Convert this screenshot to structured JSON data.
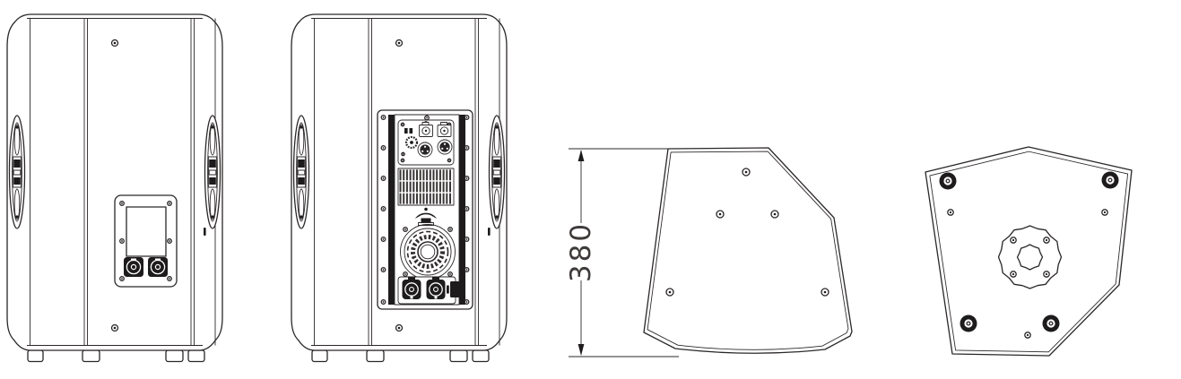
{
  "drawing": {
    "type": "loudspeaker-technical-line-drawing",
    "background": "#ffffff",
    "line_color": "#2b2727",
    "dark_fill_color": "#1d1b1b"
  },
  "dimension": {
    "height_label": "380"
  },
  "views": {
    "rear_view_passive": {
      "components": [
        "top-screw",
        "left-side-handle",
        "right-side-handle",
        "connector-plate",
        "label-window",
        "speakon-jack-left",
        "speakon-jack-right",
        "bottom-screw",
        "rubber-feet"
      ]
    },
    "rear_view_active": {
      "components": [
        "top-screw",
        "left-side-handle",
        "right-side-handle",
        "amplifier-recess",
        "control-panel",
        "dip-switch",
        "gain-knob",
        "xlr-female-input-left",
        "xlr-female-input-right",
        "xlr-male-output-left",
        "xlr-male-output-right",
        "heatsink-fins",
        "brand-logo",
        "cooling-fan",
        "powercon-inlet",
        "powercon-outlet",
        "power-switch",
        "bottom-screw",
        "rubber-feet"
      ]
    },
    "top_view": {
      "dimension_label": "380",
      "screw_hole_count": 5
    },
    "bottom_view": {
      "rubber_foot_count": 4,
      "screw_hole_count": 3,
      "components": [
        "rubber-feet",
        "pole-mount-socket"
      ]
    }
  }
}
